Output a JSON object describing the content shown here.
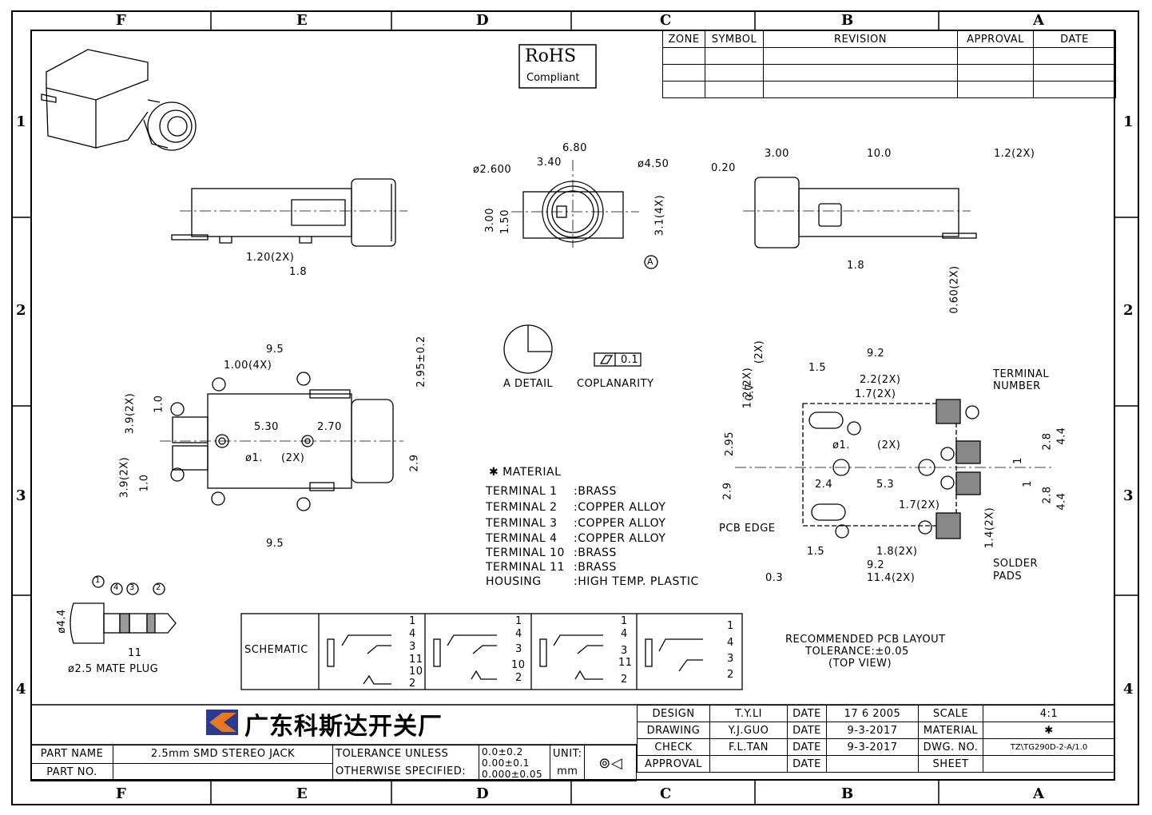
{
  "zones_cols": [
    "F",
    "E",
    "D",
    "C",
    "B",
    "A"
  ],
  "zones_rows": [
    "1",
    "2",
    "3",
    "4"
  ],
  "rohs": {
    "line1": "RoHS",
    "line2": "Compliant"
  },
  "revision": {
    "headers": [
      "ZONE",
      "SYMBOL",
      "REVISION",
      "APPROVAL",
      "DATE"
    ]
  },
  "dims_top": {
    "side_left": [
      "1.20(2X)",
      "1.8"
    ],
    "front": [
      "6.80",
      "3.40",
      "ø2.600",
      "ø4.50",
      "3.00",
      "1.50",
      "3.1(4X)",
      "A"
    ],
    "side_right": [
      "3.00",
      "10.0",
      "0.20",
      "1.2(2X)",
      "1.8",
      "0.60(2X)"
    ]
  },
  "dims_mid": {
    "top_view": [
      "9.5",
      "1.00(4X)",
      "2.95±0.2",
      "3.9(2X)",
      "1.0",
      "5.30",
      "2.70",
      "ø1.",
      "(2X)",
      "2.9",
      "3.9(2X)",
      "1.0",
      "9.5"
    ],
    "detail": [
      "A DETAIL",
      "COPLANARITY",
      "0.1"
    ]
  },
  "material": {
    "title": "✱ MATERIAL",
    "rows": [
      [
        "TERMINAL 1",
        ":BRASS"
      ],
      [
        "TERMINAL 2",
        ":COPPER ALLOY"
      ],
      [
        "TERMINAL 3",
        ":COPPER ALLOY"
      ],
      [
        "TERMINAL 4",
        ":COPPER ALLOY"
      ],
      [
        "TERMINAL 10",
        ":BRASS"
      ],
      [
        "TERMINAL 11",
        ":BRASS"
      ],
      [
        "HOUSING",
        ":HIGH TEMP. PLASTIC"
      ]
    ]
  },
  "pcb": {
    "labels": [
      "9.2",
      "1.5",
      "2.2(2X)",
      "1.7(2X)",
      "1.2(2X)",
      "0.7",
      "(2X)",
      "TERMINAL",
      "NUMBER",
      "ø1.",
      "(2X)",
      "2.95",
      "2.4",
      "5.3",
      "2.9",
      "PCB EDGE",
      "1.7(2X)",
      "1.5",
      "1.8(2X)",
      "9.2",
      "0.3",
      "11.4(2X)",
      "SOLDER",
      "PADS",
      "2.8",
      "4.4",
      "2.8",
      "4.4",
      "1",
      "1",
      "1.4(2X)"
    ],
    "caption": [
      "RECOMMENDED PCB LAYOUT",
      "TOLERANCE:±0.05",
      "(TOP VIEW)"
    ]
  },
  "plug": {
    "label": "ø2.5 MATE PLUG",
    "dims": [
      "ø4.4",
      "11"
    ],
    "pins": [
      "1",
      "4",
      "3",
      "2"
    ]
  },
  "schematic": {
    "label": "SCHEMATIC",
    "groups": [
      [
        "1",
        "4",
        "3",
        "11",
        "10",
        "2"
      ],
      [
        "1",
        "4",
        "3",
        "10",
        "2"
      ],
      [
        "1",
        "4",
        "3",
        "11",
        "2"
      ],
      [
        "1",
        "4",
        "3",
        "2"
      ]
    ]
  },
  "title_block": {
    "company": "广东科斯达开关厂",
    "design_label": "DESIGN",
    "design_name": "T.Y.LI",
    "design_date_label": "DATE",
    "design_date": "17 6 2005",
    "drawing_label": "DRAWING",
    "drawing_name": "Y.J.GUO",
    "drawing_date_label": "DATE",
    "drawing_date": "9-3-2017",
    "check_label": "CHECK",
    "check_name": "F.L.TAN",
    "check_date_label": "DATE",
    "check_date": "9-3-2017",
    "approval_label": "APPROVAL",
    "approval_date_label": "DATE",
    "scale_label": "SCALE",
    "scale": "4:1",
    "material_label": "MATERIAL",
    "material": "✱",
    "dwg_label": "DWG. NO.",
    "dwg_no": "TZ\\TG290D-2-A/1.0",
    "sheet_label": "SHEET",
    "part_name_label": "PART NAME",
    "part_name": "2.5mm SMD STEREO JACK",
    "part_no_label": "PART NO.",
    "tol_label1": "TOLERANCE UNLESS",
    "tol_label2": "OTHERWISE SPECIFIED:",
    "tol1": "0.0±0.2",
    "tol2": "0.00±0.1",
    "tol3": "0.000±0.05",
    "unit_label": "UNIT:",
    "unit": "mm"
  }
}
